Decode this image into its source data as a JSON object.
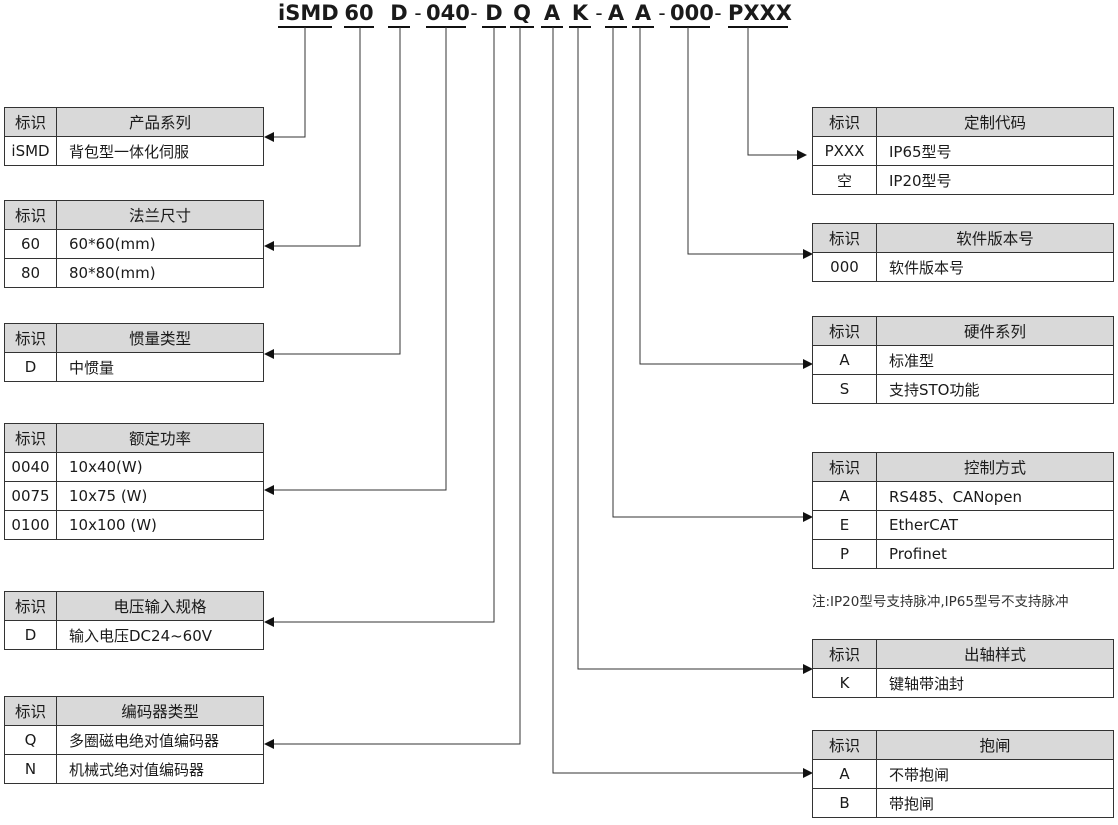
{
  "model_code": {
    "parts": [
      "iSMD",
      "60",
      "D",
      "040",
      "D",
      "Q",
      "A",
      "K",
      "A",
      "A",
      "000",
      "PXXX"
    ],
    "separator": "-"
  },
  "header_key": "标识",
  "tables": {
    "series": {
      "title": "产品系列",
      "rows": [
        {
          "k": "iSMD",
          "v": "背包型一体化伺服"
        }
      ]
    },
    "flange": {
      "title": "法兰尺寸",
      "rows": [
        {
          "k": "60",
          "v": "60*60(mm)"
        },
        {
          "k": "80",
          "v": "80*80(mm)"
        }
      ]
    },
    "inertia": {
      "title": "惯量类型",
      "rows": [
        {
          "k": "D",
          "v": "中惯量"
        }
      ]
    },
    "power": {
      "title": "额定功率",
      "rows": [
        {
          "k": "0040",
          "v": "10x40(W)"
        },
        {
          "k": "0075",
          "v": "10x75 (W)"
        },
        {
          "k": "0100",
          "v": "10x100 (W)"
        }
      ]
    },
    "voltage": {
      "title": "电压输入规格",
      "rows": [
        {
          "k": "D",
          "v": "输入电压DC24~60V"
        }
      ]
    },
    "encoder": {
      "title": "编码器类型",
      "rows": [
        {
          "k": "Q",
          "v": "多圈磁电绝对值编码器"
        },
        {
          "k": "N",
          "v": "机械式绝对值编码器"
        }
      ]
    },
    "custom": {
      "title": "定制代码",
      "rows": [
        {
          "k": "PXXX",
          "v": "IP65型号"
        },
        {
          "k": "空",
          "v": "IP20型号"
        }
      ]
    },
    "software": {
      "title": "软件版本号",
      "rows": [
        {
          "k": "000",
          "v": "软件版本号"
        }
      ]
    },
    "hardware": {
      "title": "硬件系列",
      "rows": [
        {
          "k": "A",
          "v": "标准型"
        },
        {
          "k": "S",
          "v": "支持STO功能"
        }
      ]
    },
    "control": {
      "title": "控制方式",
      "rows": [
        {
          "k": "A",
          "v": "RS485、CANopen"
        },
        {
          "k": "E",
          "v": "EtherCAT"
        },
        {
          "k": "P",
          "v": "Profinet"
        }
      ]
    },
    "shaft": {
      "title": "出轴样式",
      "rows": [
        {
          "k": "K",
          "v": "键轴带油封"
        }
      ]
    },
    "brake": {
      "title": "抱闸",
      "rows": [
        {
          "k": "A",
          "v": "不带抱闸"
        },
        {
          "k": "B",
          "v": "带抱闸"
        }
      ]
    }
  },
  "note": "注:IP20型号支持脉冲,IP65型号不支持脉冲"
}
